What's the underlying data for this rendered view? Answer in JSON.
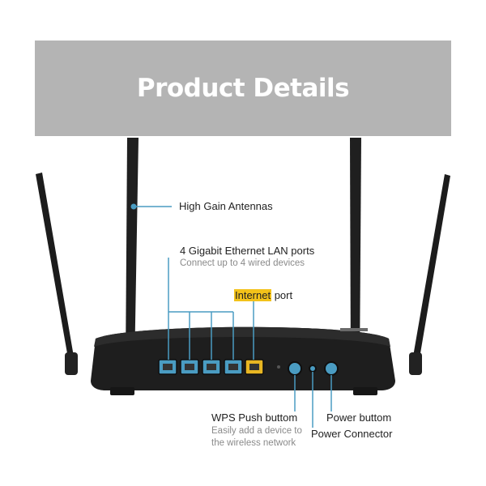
{
  "banner": {
    "title": "Product Details"
  },
  "callouts": {
    "antennas": {
      "label": "High Gain Antennas"
    },
    "lan": {
      "label": "4 Gigabit Ethernet LAN ports",
      "sub": "Connect up to 4 wired devices"
    },
    "internet": {
      "highlight": "Internet",
      "rest": " port"
    },
    "wps": {
      "label": "WPS Push buttom",
      "sub1": "Easily add a device to",
      "sub2": "the wireless network"
    },
    "power_button": {
      "label": "Power buttom"
    },
    "power_connector": {
      "label": "Power Connector"
    }
  },
  "colors": {
    "banner": "#b4b4b4",
    "accent": "#4a9cc2",
    "highlight": "#f3c21a",
    "router": "#1e1e1e"
  },
  "icons": [
    "router-image",
    "antenna",
    "ethernet-port"
  ]
}
